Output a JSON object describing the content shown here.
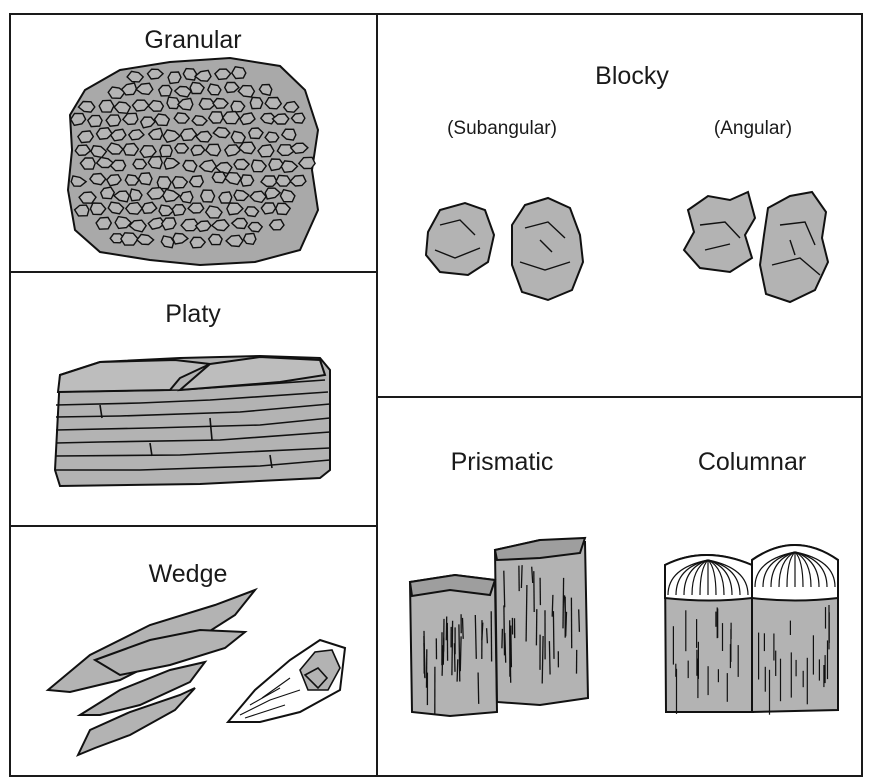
{
  "panels": {
    "granular": {
      "label": "Granular"
    },
    "platy": {
      "label": "Platy"
    },
    "wedge": {
      "label": "Wedge"
    },
    "blocky": {
      "label": "Blocky",
      "sub_left": "(Subangular)",
      "sub_right": "(Angular)"
    },
    "prismatic": {
      "label": "Prismatic"
    },
    "columnar": {
      "label": "Columnar"
    }
  },
  "colors": {
    "fill": "#b3b3b3",
    "stroke": "#111111",
    "line": "#1a1a1a"
  }
}
